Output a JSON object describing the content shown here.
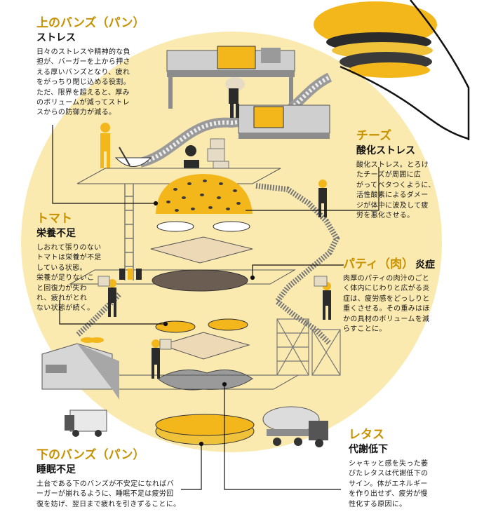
{
  "colors": {
    "accent": "#c89100",
    "bun": "#f3b71c",
    "circle": "#fbeab0",
    "dark": "#333333",
    "steel": "#8c8c8c"
  },
  "sections": {
    "top_bun": {
      "title": "上のバンズ（パン）",
      "subtitle": "ストレス",
      "lines": [
        "日々のストレスや精神的な負",
        "担が、バーガーを上から押さ",
        "える厚いバンズとなり、疲れ",
        "をがっちり閉じ込める役割。",
        "ただ、限界を超えると、厚み",
        "のボリュームが減ってストレ",
        "スからの防御力が減る。"
      ]
    },
    "cheese": {
      "title": "チーズ",
      "subtitle": "酸化ストレス",
      "lines": [
        "酸化ストレス。とろけ",
        "たチーズが周囲に広",
        "がってベタつくように、",
        "活性酸素によるダメー",
        "ジが体中に波及して疲",
        "労を悪化させる。"
      ]
    },
    "tomato": {
      "title": "トマト",
      "subtitle": "栄養不足",
      "lines": [
        "しおれて張りのない",
        "トマトは栄養が不足",
        "している状態。",
        "栄養が足りないこ",
        "と回復力が失わ",
        "れ、疲れがとれ",
        "ない状態が続く。"
      ]
    },
    "patty": {
      "title": "パティ（肉）",
      "subtitle": "炎症",
      "lines": [
        "肉厚のパティの肉汁のごと",
        "く体内にじわりと広がる炎",
        "症は、疲労感をどっしりと",
        "重くさせる。その重みはほ",
        "かの具材のボリュームを減",
        "らすことに。"
      ]
    },
    "lettuce": {
      "title": "レタス",
      "subtitle": "代謝低下",
      "lines": [
        "シャキッと感を失った萎",
        "びたレタスは代謝低下の",
        "サイン。体がエネルギー",
        "を作り出せず、疲労が慢",
        "性化する原因に。"
      ]
    },
    "bottom_bun": {
      "title": "下のバンズ（パン）",
      "subtitle": "睡眠不足",
      "lines": [
        "土台である下のバンズが不安定になればバ",
        "ーガーが崩れるように、睡眠不足は疲労回",
        "復を妨げ、翌日まで疲れを引きずることに。"
      ]
    }
  }
}
